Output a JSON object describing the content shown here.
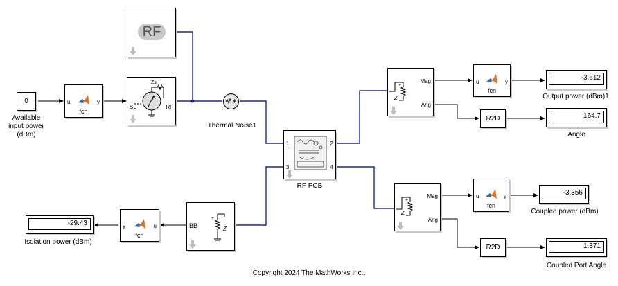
{
  "blocks": {
    "available_input": {
      "value": "0",
      "label": "Available\ninput power\n(dBm)"
    },
    "fcn_in": {
      "port_u": "u",
      "port_y": "y",
      "name": "fcn"
    },
    "rf_source": {
      "text": "RF"
    },
    "amplifier": {
      "port_sl": "SL",
      "port_rf": "RF",
      "zs": "Zs"
    },
    "thermal_noise": {
      "label": "Thermal Noise1"
    },
    "rf_pcb": {
      "label": "RF PCB",
      "p1": "1",
      "p2": "2",
      "p3": "3",
      "p4": "4"
    },
    "sensor_top": {
      "mag": "Mag",
      "ang": "Ang",
      "zl": "Z"
    },
    "sensor_bottom": {
      "mag": "Mag",
      "ang": "Ang",
      "zl": "Z"
    },
    "fcn_top": {
      "port_u": "u",
      "port_y": "y",
      "name": "fcn"
    },
    "fcn_coupled": {
      "port_u": "u",
      "port_y": "y",
      "name": "fcn"
    },
    "fcn_iso": {
      "port_u": "u",
      "port_y": "y",
      "name": "fcn"
    },
    "r2d_top": {
      "name": "R2D"
    },
    "r2d_bottom": {
      "name": "R2D"
    },
    "bb_term": {
      "bb": "BB",
      "z": "Z"
    },
    "disp_output": {
      "value": "-3.612",
      "label": "Output power (dBm)1"
    },
    "disp_angle": {
      "value": "164.7",
      "label": "Angle"
    },
    "disp_coupled": {
      "value": "-3.356",
      "label": "Coupled power (dBm)"
    },
    "disp_coupled_angle": {
      "value": "1.371",
      "label": "Coupled Port Angle"
    },
    "disp_isolation": {
      "value": "-29.43",
      "label": "Isolation power (dBm)"
    }
  },
  "footer": "Copyright 2024 The MathWorks Inc.,",
  "colors": {
    "rf_wire": "#1a2d8f",
    "signal_wire": "#000000",
    "shadow": "#c8c8c8",
    "matlab_orange": "#e0701e"
  }
}
